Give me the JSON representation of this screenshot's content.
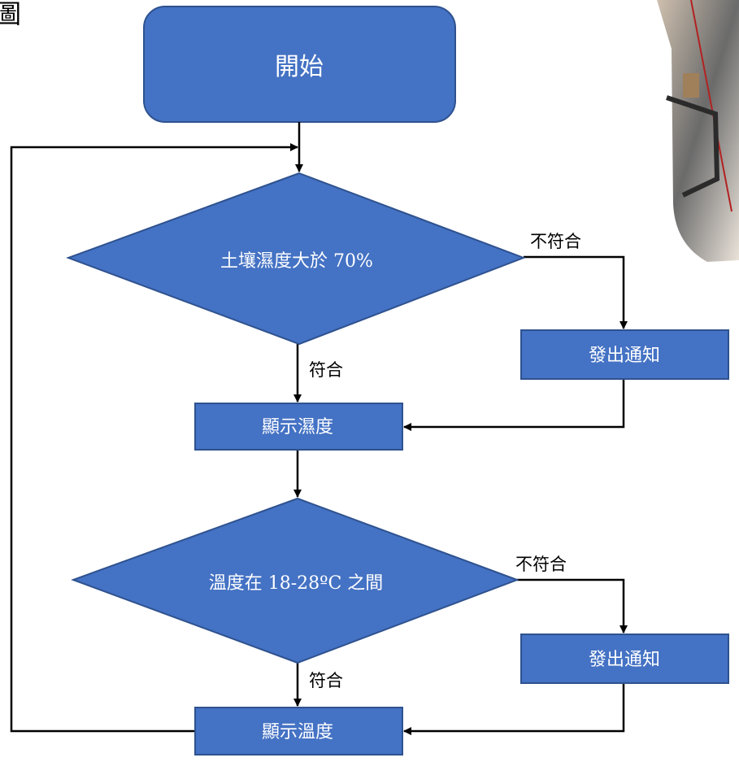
{
  "header_fragment": "圖",
  "colors": {
    "node_fill": "#4472C4",
    "node_stroke": "#2F528F",
    "line": "#000000",
    "node_text": "#FFFFFF"
  },
  "nodes": {
    "start": "開始",
    "decision_soil": "土壤濕度大於 70%",
    "notify_1": "發出通知",
    "show_humidity": "顯示濕度",
    "decision_temp": "溫度在 18-28ºC 之間",
    "notify_2": "發出通知",
    "show_temp": "顯示溫度"
  },
  "edges": {
    "soil_no": "不符合",
    "soil_yes": "符合",
    "temp_no": "不符合",
    "temp_yes": "符合"
  },
  "photo": {
    "icon": "lab-equipment-photo-fragment"
  }
}
